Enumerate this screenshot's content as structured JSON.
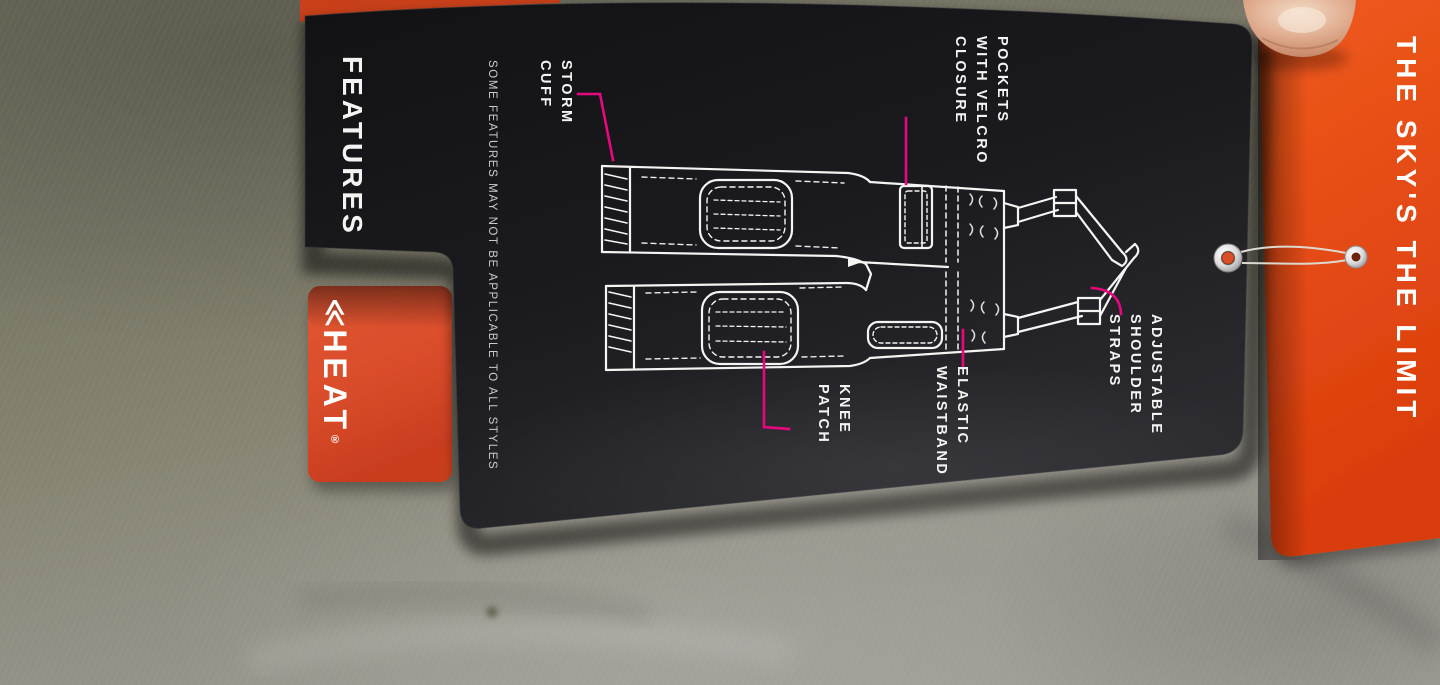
{
  "black_tag": {
    "title": "FEATURES",
    "disclaimer": "SOME FEATURES MAY NOT BE APPLICABLE TO ALL STYLES",
    "callouts": {
      "storm_cuff": "STORM\nCUFF",
      "pockets": "POCKETS\nWITH VELCRO\nCLOSURE",
      "shoulder_straps": "ADJUSTABLE\nSHOULDER\nSTRAPS",
      "elastic_waistband": "ELASTIC\nWAISTBAND",
      "knee_patch": "KNEE\nPATCH"
    },
    "colors": {
      "bg": "#1a1a1e",
      "text": "#f3f3f1",
      "callout_line": "#e8077e"
    }
  },
  "left_tag": {
    "logo_mark": "≪",
    "brand": "HEAT",
    "registered": "®",
    "bg": "#db4e2c"
  },
  "right_tag": {
    "tagline": "THE SKY'S THE LIMIT",
    "bg": "#e64615"
  }
}
